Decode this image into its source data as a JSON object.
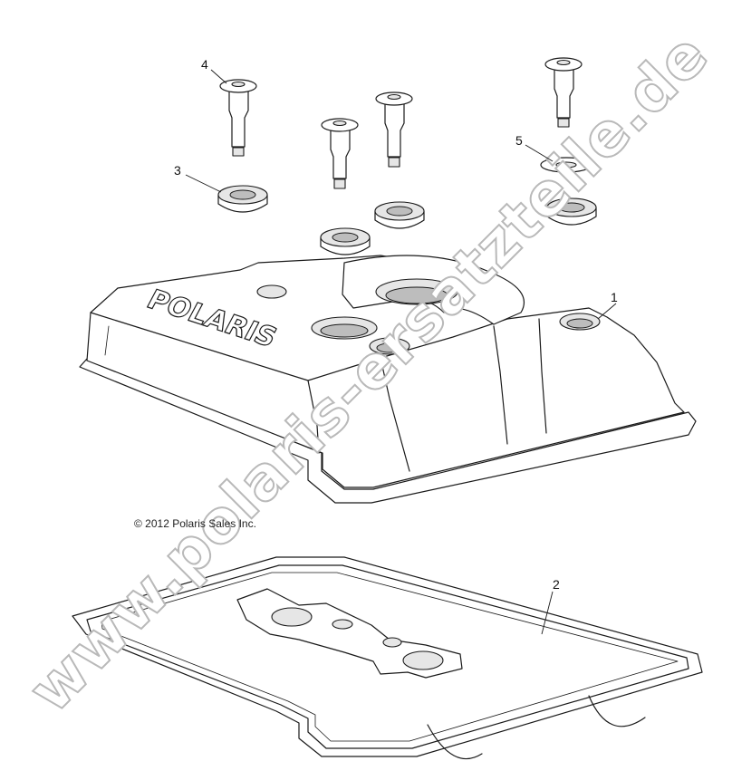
{
  "watermark": "www.polaris-ersatzteile.de",
  "copyright": "© 2012 Polaris Sales Inc.",
  "logo_text": "POLARIS",
  "callouts": [
    {
      "id": "callout-1",
      "label": "1"
    },
    {
      "id": "callout-2",
      "label": "2"
    },
    {
      "id": "callout-3",
      "label": "3"
    },
    {
      "id": "callout-4",
      "label": "4"
    },
    {
      "id": "callout-5",
      "label": "5"
    }
  ]
}
